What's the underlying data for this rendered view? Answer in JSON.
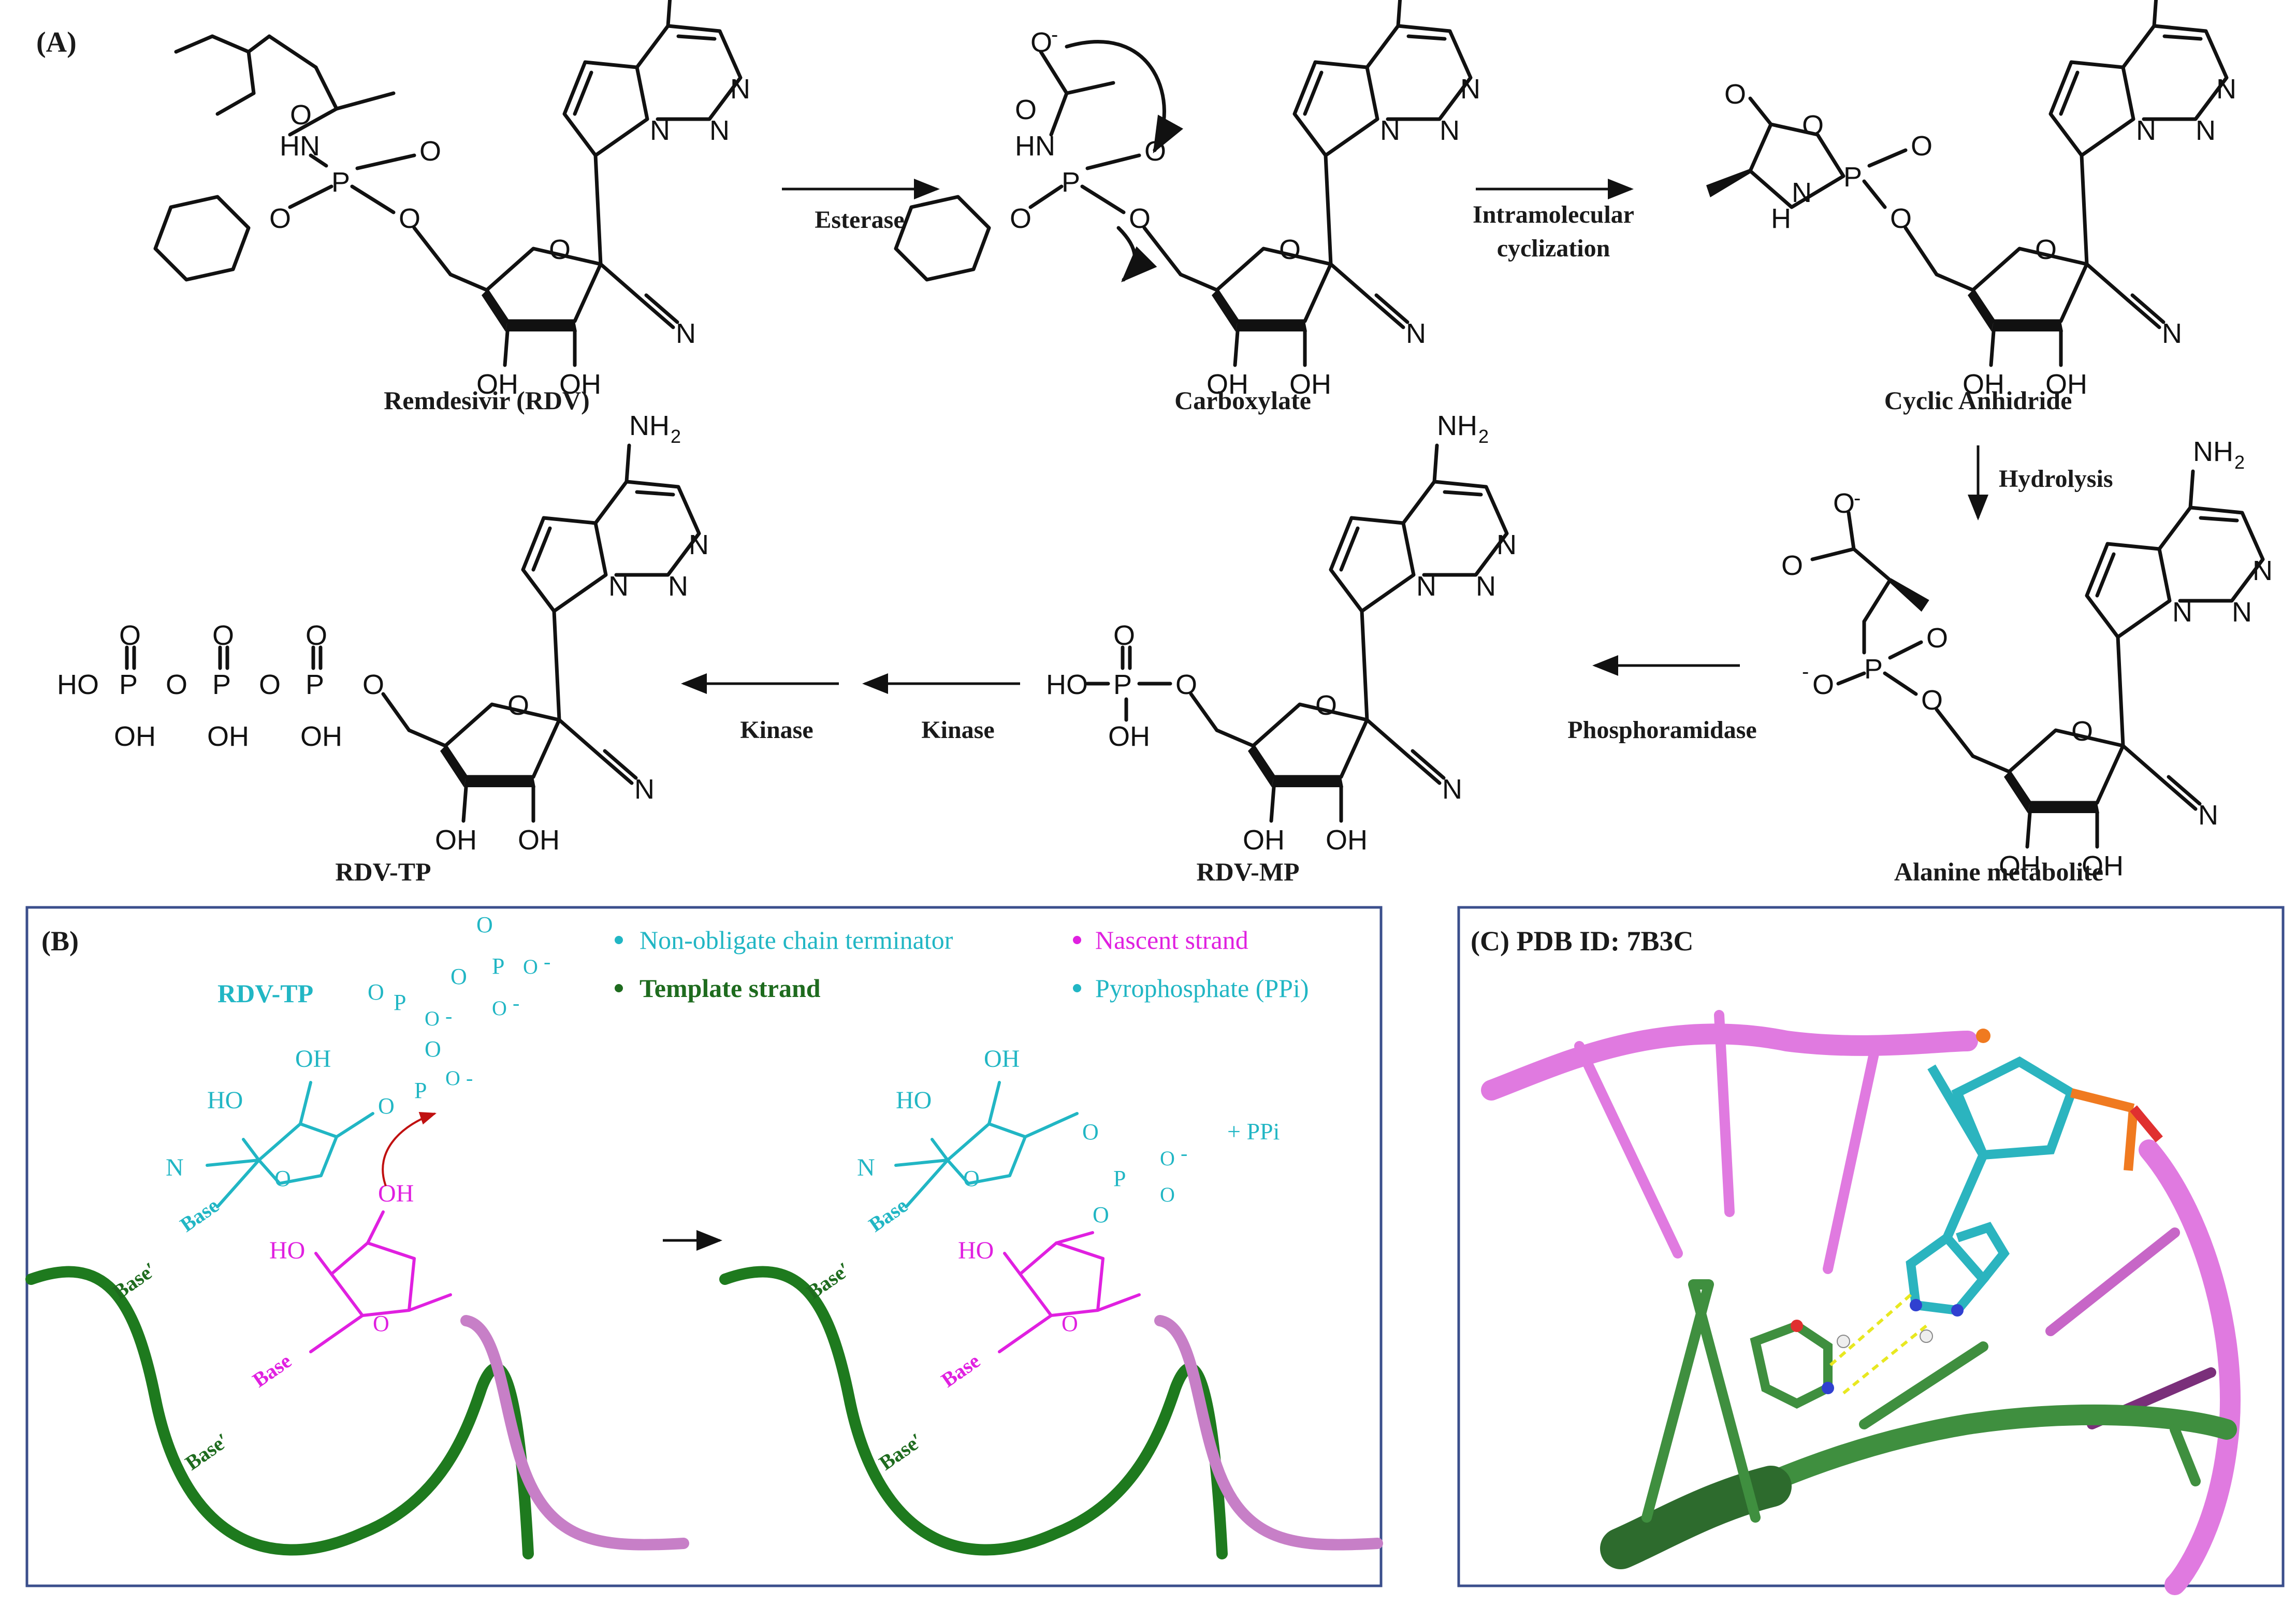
{
  "panel_a": {
    "label": "(A)",
    "molecules": [
      {
        "name": "Remdesivir (RDV)"
      },
      {
        "name": "Carboxylate"
      },
      {
        "name": "Cyclic Anhidride"
      },
      {
        "name": "Alanine metabolite"
      },
      {
        "name": "RDV-MP"
      },
      {
        "name": "RDV-TP"
      }
    ],
    "steps": [
      {
        "label": "Esterase"
      },
      {
        "label_line1": "Intramolecular",
        "label_line2": "cyclization"
      },
      {
        "label": "Hydrolysis"
      },
      {
        "label": "Phosphoramidase"
      },
      {
        "label": "Kinase"
      },
      {
        "label": "Kinase"
      }
    ],
    "atoms": {
      "nh2": "NH",
      "sub2": "2",
      "n": "N",
      "o": "O",
      "oh": "OH",
      "hn": "HN",
      "h": "H",
      "p": "P",
      "ho": "HO",
      "neg": "-"
    }
  },
  "panel_b": {
    "label": "(B)",
    "rdvtp": "RDV-TP",
    "legend": [
      {
        "text": "Non-obligate chain terminator",
        "color": "#21b6c4"
      },
      {
        "text": "Nascent strand",
        "color": "#e020e0"
      },
      {
        "text": "Template strand",
        "color": "#1e6b1e"
      },
      {
        "text": "Pyrophosphate (PPi)",
        "color": "#21b6c4"
      }
    ],
    "base": "Base",
    "base_prime": "Base′",
    "ppi": "+ PPi",
    "colors": {
      "cyan": "#21b6c4",
      "magenta": "#e020e0",
      "green": "#1e6b1e",
      "violet": "#c77fc7",
      "border": "#3b4f8c"
    }
  },
  "panel_c": {
    "label": "(C) PDB ID: 7B3C",
    "colors": {
      "rna_pink": "#e07ae0",
      "rna_green": "#3f8f3f",
      "ligand": "#2bb4bf"
    }
  }
}
